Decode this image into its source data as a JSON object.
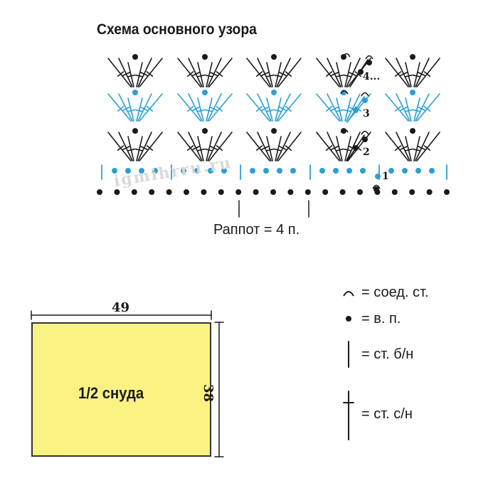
{
  "title": "Схема основного узора",
  "watermark": "igmihrru.ru",
  "rapport_label": "Раппот = 4 п.",
  "row_labels": [
    "1",
    "2",
    "3",
    "4..."
  ],
  "legend": [
    {
      "symbol": "slip-stitch-icon",
      "text": "= соед. ст."
    },
    {
      "symbol": "chain-icon",
      "text": "= в. п."
    },
    {
      "symbol": "single-crochet-icon",
      "text": "= ст. б/н"
    },
    {
      "symbol": "double-crochet-icon",
      "text": "= ст. с/н"
    }
  ],
  "schematic": {
    "label": "1/2 снуда",
    "width": "49",
    "height": "38"
  },
  "colors": {
    "blue": "#2a9fd6",
    "black": "#1a1a1a",
    "panel_fill": "#faf383"
  }
}
